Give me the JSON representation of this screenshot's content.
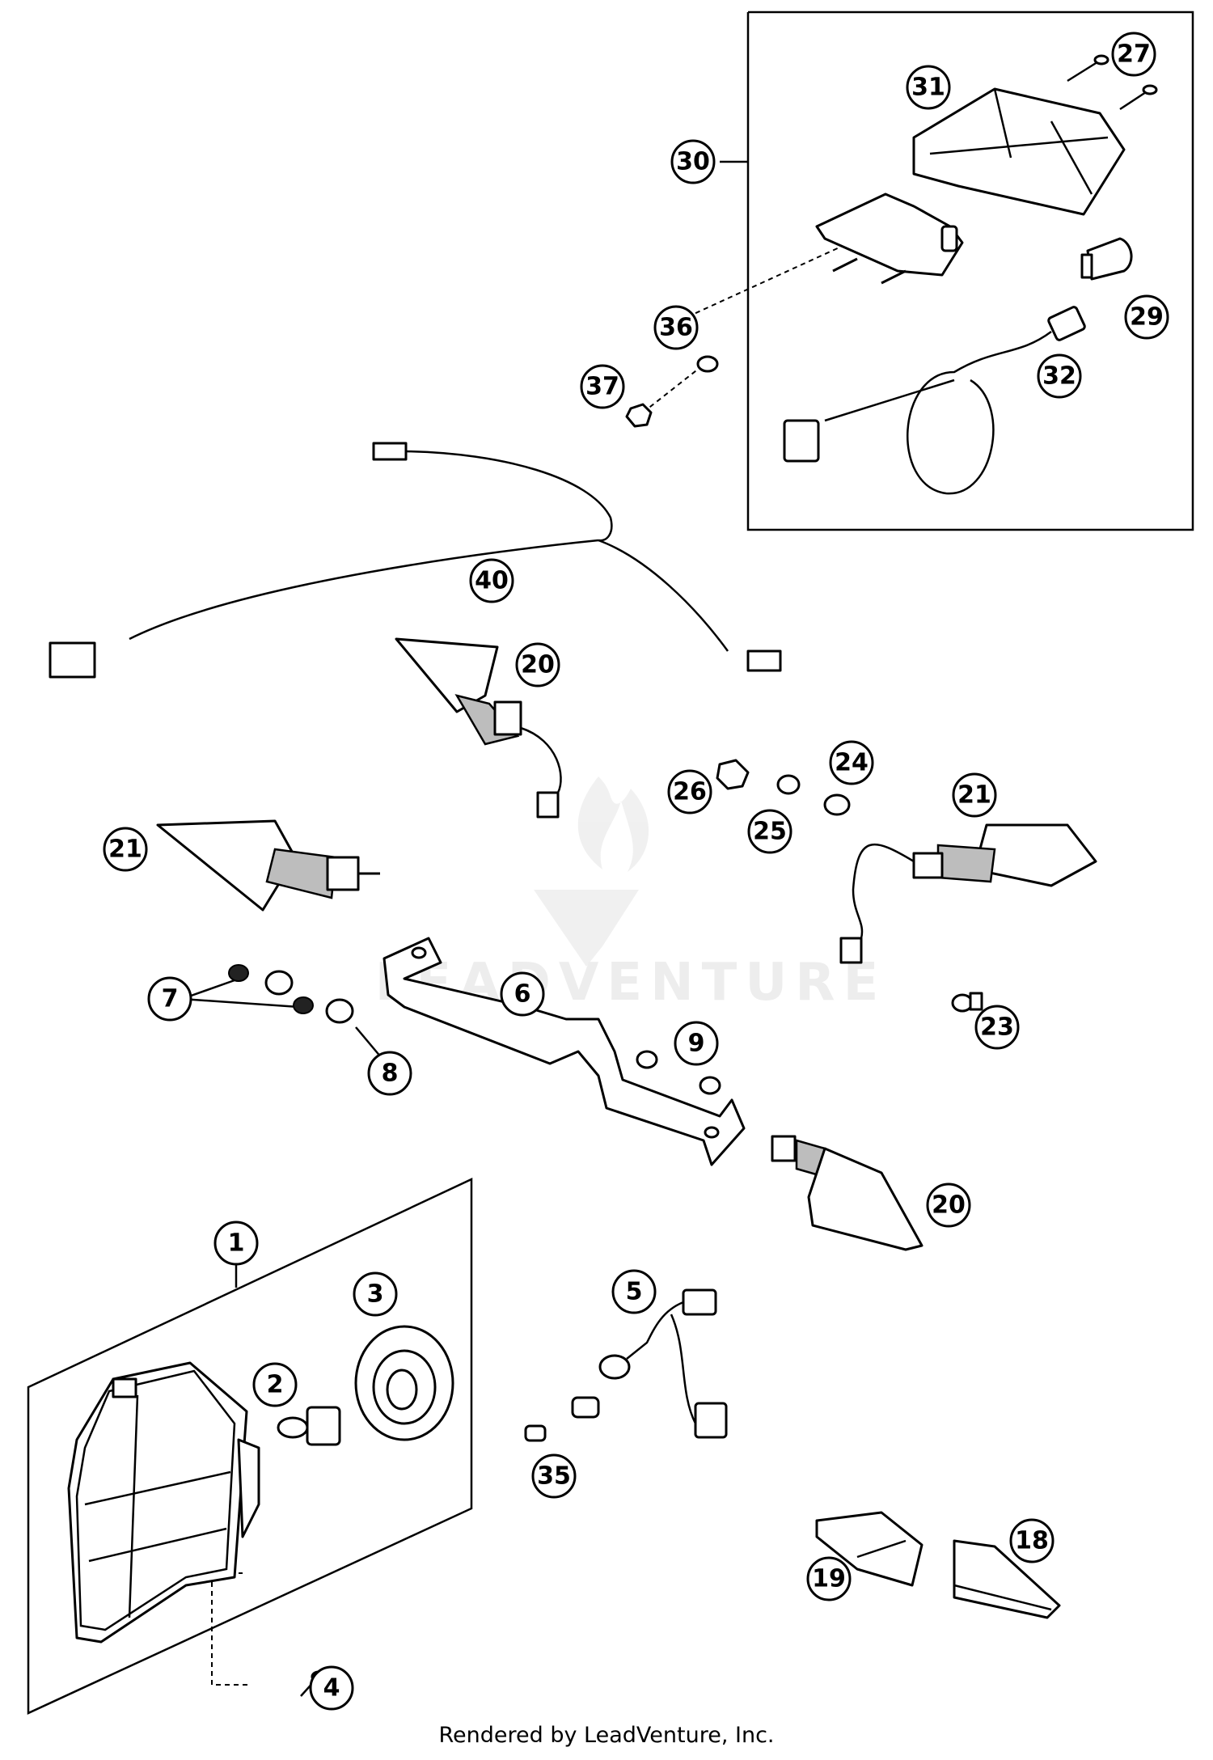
{
  "diagram": {
    "callouts": [
      "1",
      "2",
      "3",
      "4",
      "5",
      "6",
      "7",
      "8",
      "9",
      "18",
      "19",
      "20",
      "20",
      "21",
      "21",
      "23",
      "24",
      "25",
      "26",
      "27",
      "29",
      "30",
      "31",
      "32",
      "35",
      "36",
      "37",
      "40"
    ],
    "watermark": "LEADVENTURE"
  },
  "footer": {
    "text": "Rendered by LeadVenture, Inc."
  }
}
